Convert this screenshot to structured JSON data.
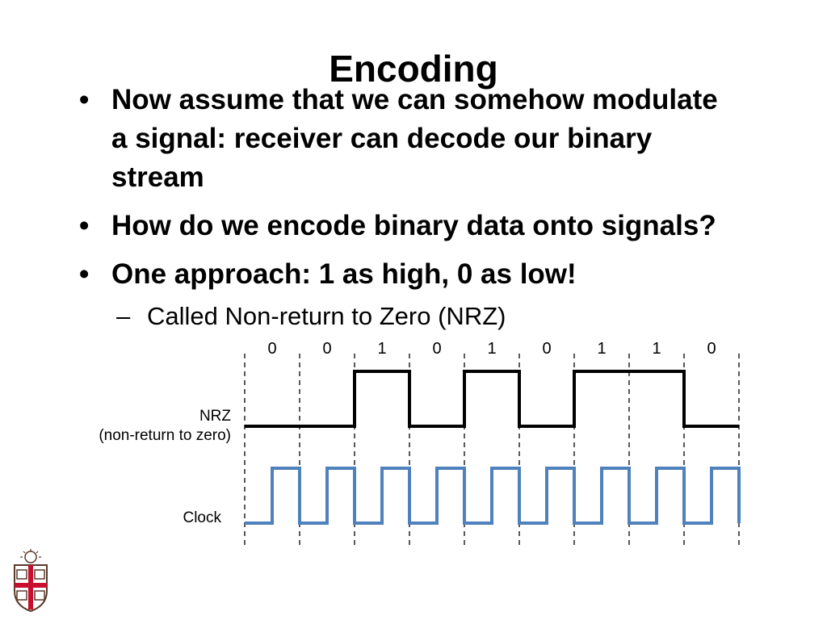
{
  "slide": {
    "title": "Encoding",
    "bullets": [
      {
        "text": "Now assume that we can somehow modulate a signal: receiver can decode our binary stream"
      },
      {
        "text": "How do we encode binary data onto signals?"
      },
      {
        "text": "One approach: 1 as high, 0 as low!"
      }
    ],
    "sub_bullet": {
      "dash": "–",
      "text": "Called Non-return to Zero (NRZ)"
    }
  },
  "diagram": {
    "bits": [
      "0",
      "0",
      "1",
      "0",
      "1",
      "0",
      "1",
      "1",
      "0"
    ],
    "labels": {
      "nrz_line1": "NRZ",
      "nrz_line2": "(non-return to zero)",
      "clock": "Clock"
    },
    "colors": {
      "nrz": "#000000",
      "clock": "#4f81bd",
      "gridline": "#000000"
    }
  },
  "logo": {
    "icon": "university-shield-icon"
  }
}
